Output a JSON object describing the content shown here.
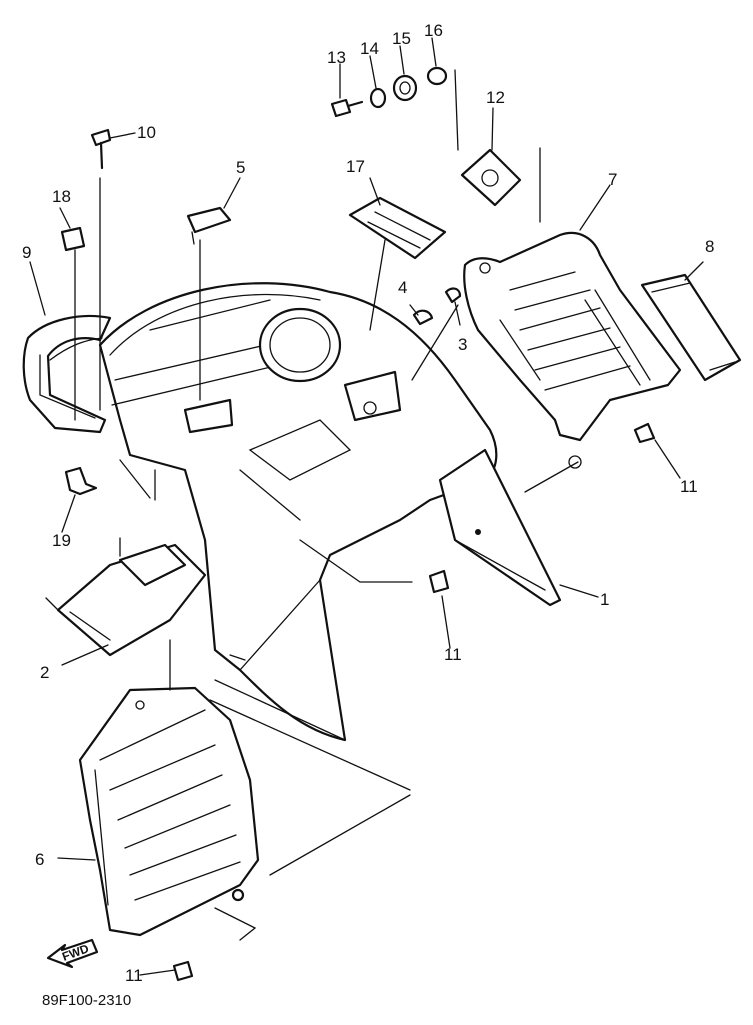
{
  "figure_code": "89F100-2310",
  "fwd_label": "FWD",
  "callouts": [
    "1",
    "2",
    "3",
    "4",
    "5",
    "6",
    "7",
    "8",
    "9",
    "10",
    "11",
    "11",
    "11",
    "11",
    "12",
    "13",
    "14",
    "15",
    "16",
    "17",
    "18",
    "19"
  ]
}
